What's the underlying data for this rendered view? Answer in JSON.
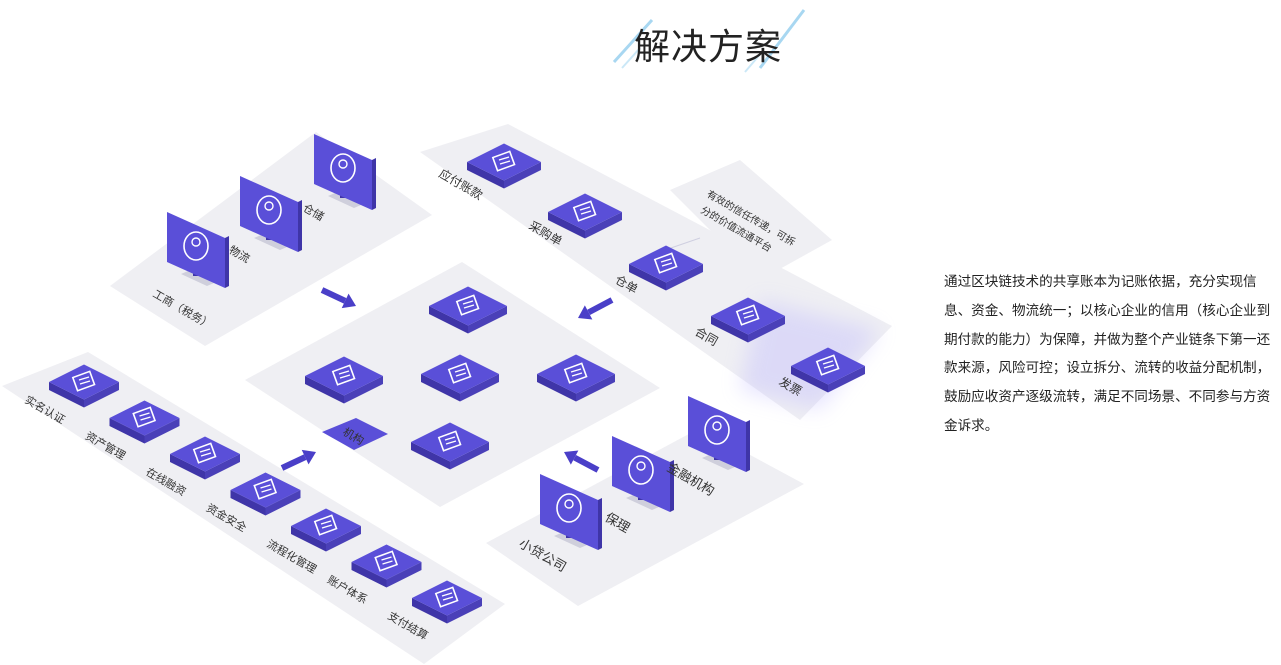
{
  "title": "解决方案",
  "description": "通过区块链技术的共享账本为记账依据，充分实现信息、资金、物流统一；以核心企业的信用（核心企业到期付款的能力）为保障，并做为整个产业链条下第一还款来源，风险可控；设立拆分、流转的收益分配机制，鼓励应收资产逐级流转，满足不同场景、不同参与方资金诉求。",
  "colors": {
    "accent": "#5a4fd8",
    "accent_dark": "#3f35a8",
    "accent_light": "#8d86f0",
    "platform": "#efeff3",
    "arrow": "#4a3fc8",
    "title_stripe": "#9fd3f0"
  },
  "top_left_group": {
    "items": [
      {
        "label": "工商（税务）",
        "icon": "person-card-icon"
      },
      {
        "label": "物流",
        "icon": "person-circle-icon"
      },
      {
        "label": "仓储",
        "icon": "building-icon"
      }
    ]
  },
  "top_right_group": {
    "items": [
      {
        "label": "应付账款",
        "icon": "document-icon"
      },
      {
        "label": "采购单",
        "icon": "document-list-icon"
      },
      {
        "label": "仓单",
        "icon": "document-search-icon"
      },
      {
        "label": "合同",
        "icon": "document-seal-icon"
      },
      {
        "label": "发票",
        "icon": "invoice-icon"
      }
    ],
    "note": "有效的信任传递，可拆分的价值流通平台"
  },
  "center_group": {
    "label": "机构",
    "icon": "bank-icon"
  },
  "bottom_left_group": {
    "items": [
      {
        "label": "实名认证",
        "icon": "id-card-icon"
      },
      {
        "label": "资产管理",
        "icon": "ledger-icon"
      },
      {
        "label": "在线融资",
        "icon": "coin-circle-icon"
      },
      {
        "label": "资金安全",
        "icon": "yen-shield-icon"
      },
      {
        "label": "流程化管理",
        "icon": "flowchart-icon"
      },
      {
        "label": "账户体系",
        "icon": "account-card-icon"
      },
      {
        "label": "支付结算",
        "icon": "payment-icon"
      }
    ]
  },
  "bottom_right_group": {
    "items": [
      {
        "label": "小贷公司",
        "icon": "group-icon"
      },
      {
        "label": "保理",
        "icon": "group-icon"
      },
      {
        "label": "金融机构",
        "icon": "group-icon"
      }
    ]
  }
}
